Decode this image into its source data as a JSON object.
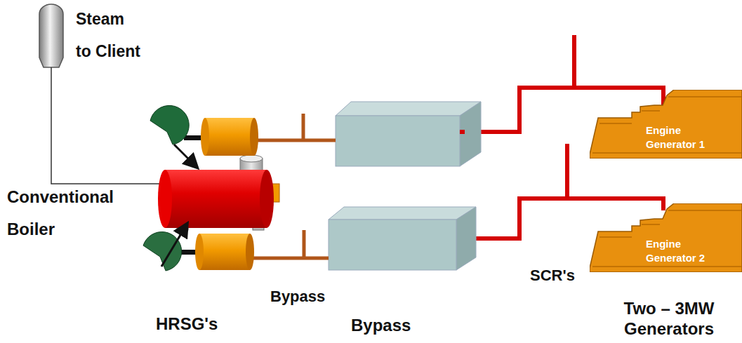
{
  "diagram": {
    "nodes": [
      {
        "text": [
          "Engine Generator 1"
        ]
      },
      {
        "text": [
          "Engine Generator 2"
        ]
      }
    ],
    "labels": [
      "Steam to Client",
      "Conventional Boiler",
      "HRSG's",
      "Bypass",
      "Bypass",
      "SCR's",
      "Two – 3MW Generators"
    ]
  }
}
